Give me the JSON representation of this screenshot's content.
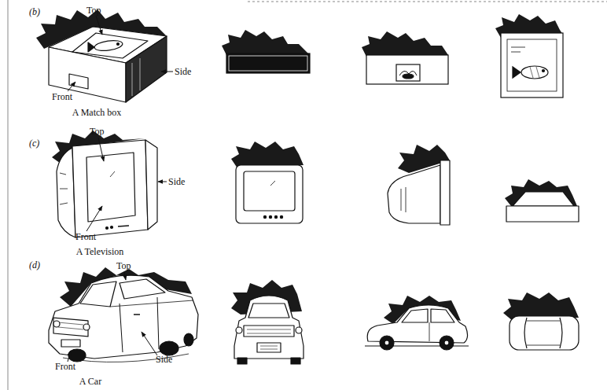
{
  "diagram": {
    "labels": [
      "(b)",
      "Top",
      "Side",
      "Front",
      "A Match box",
      "(c)",
      "Top",
      "Side",
      "Front",
      "A Television",
      "(d)",
      "Top",
      "Front",
      "Side",
      "A Car"
    ]
  }
}
